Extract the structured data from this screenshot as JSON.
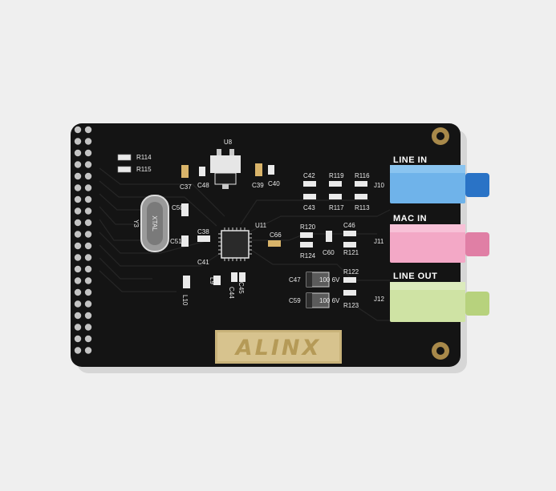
{
  "photo": {
    "subject": "Audio expansion board",
    "colors": {
      "background": "#efefef",
      "pcb": "#141414",
      "silkscreen": "#e8e8e8",
      "gold": "#c9b37a",
      "line_in_jack": "#6fb3ea",
      "mic_in_jack": "#f3a8c6",
      "line_out_jack": "#cfe3a4"
    }
  },
  "brand": {
    "logo_text": "ALINX"
  },
  "jacks": [
    {
      "label": "LINE IN",
      "ref": "J10"
    },
    {
      "label": "MAC IN",
      "ref": "J11"
    },
    {
      "label": "LINE OUT",
      "ref": "J12"
    }
  ],
  "ics": {
    "regulator": "U8",
    "codec": "U11",
    "crystal": "Y3"
  },
  "crystal_marking": "XTAL",
  "components": {
    "r114": "R114",
    "r115": "R115",
    "c37": "C37",
    "c48": "C48",
    "c39": "C39",
    "c40": "C40",
    "c42": "C42",
    "r119": "R119",
    "r116": "R116",
    "c43": "C43",
    "r117": "R117",
    "r113": "R113",
    "c50": "C50",
    "c38": "C38",
    "c51": "C51",
    "c41": "C41",
    "c66": "C66",
    "r120": "R120",
    "c46": "C46",
    "r124": "R124",
    "c60": "C60",
    "r121": "R121",
    "c47": "C47",
    "c59": "C59",
    "r122": "R122",
    "r123": "R123",
    "l10": "L10",
    "l9": "L9",
    "c44": "C44",
    "c45": "C45",
    "cap_value": "100 6V"
  }
}
